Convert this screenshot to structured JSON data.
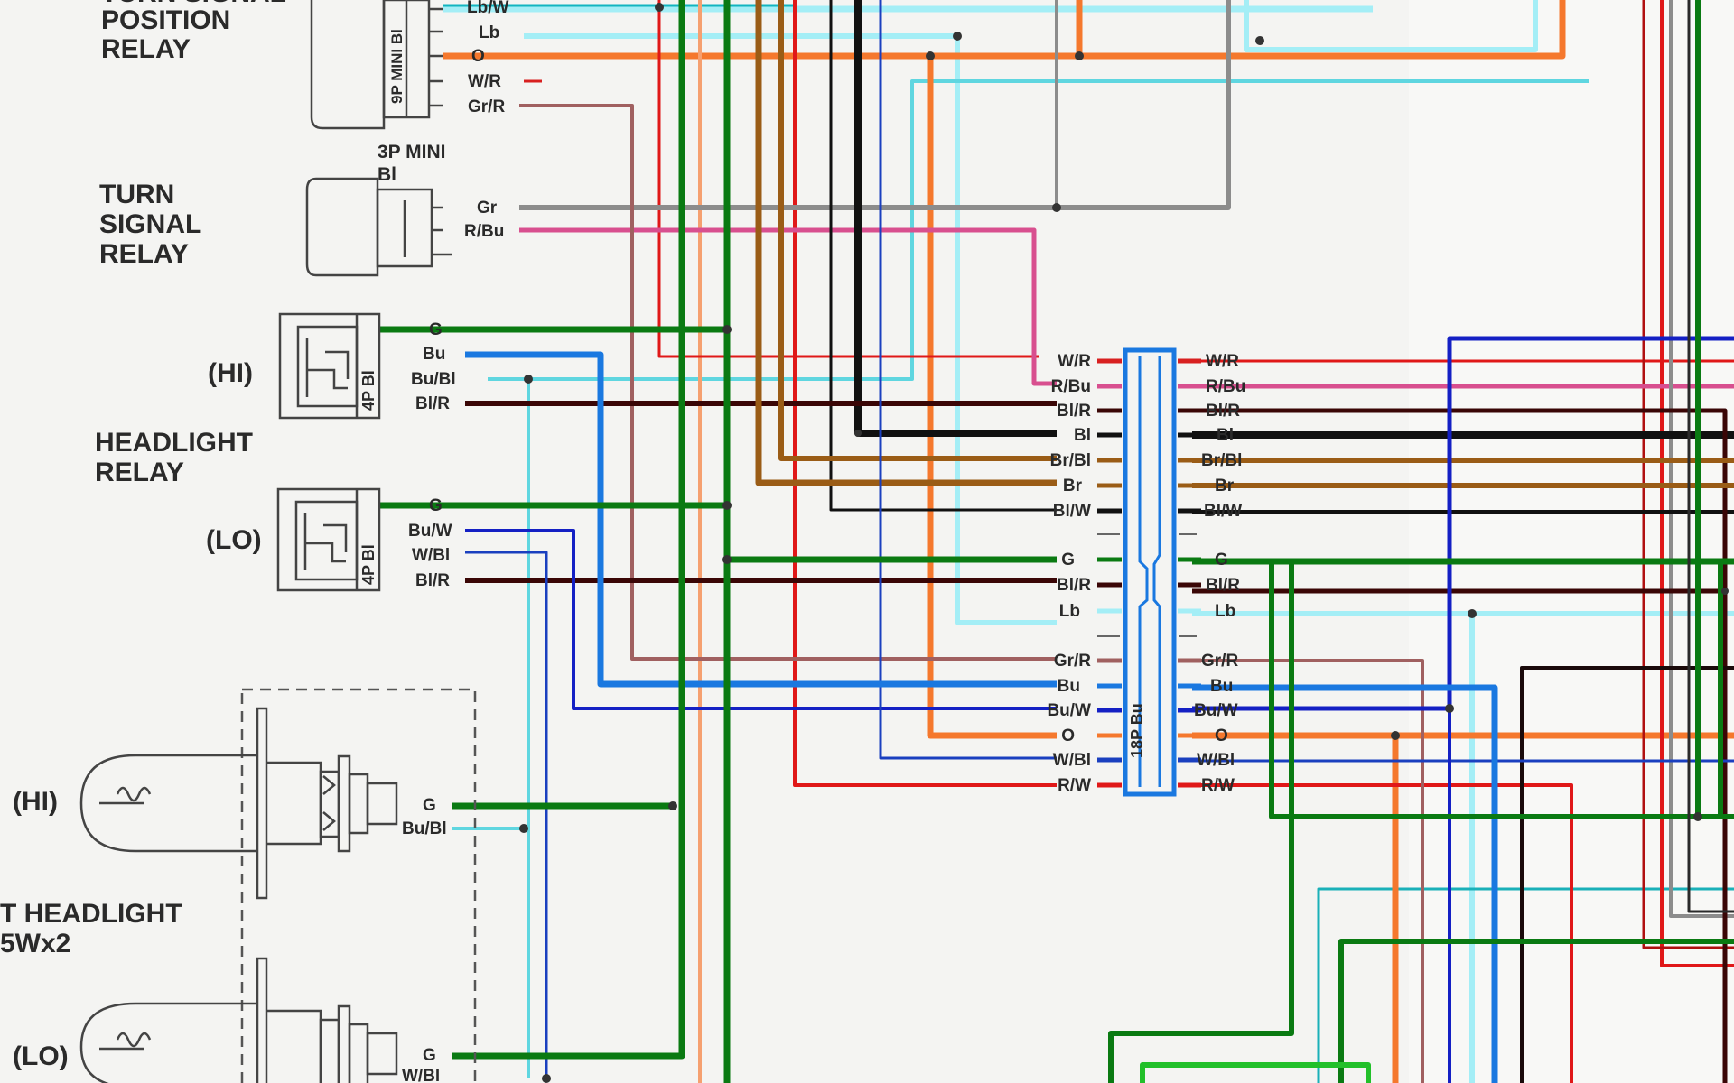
{
  "components": {
    "turn_signal_position_relay": {
      "line1": "TURN SIGNAL",
      "line2": "POSITION",
      "line3": "RELAY",
      "connector": "9P MINI Bl"
    },
    "turn_signal_relay": {
      "line1": "TURN",
      "line2": "SIGNAL",
      "line3": "RELAY",
      "connector_line1": "3P MINI",
      "connector_line2": "Bl"
    },
    "headlight_relay": {
      "line1": "HEADLIGHT",
      "line2": "RELAY",
      "hi": "(HI)",
      "lo": "(LO)",
      "connector": "4P Bl"
    },
    "headlight": {
      "line1": "T HEADLIGHT",
      "line2": "5Wx2",
      "hi": "(HI)",
      "lo": "(LO)"
    },
    "main_connector": "18P Bu"
  },
  "wire_labels": {
    "tsp_relay": [
      "Lb/W",
      "Lb",
      "O",
      "W/R",
      "Gr/R"
    ],
    "ts_relay": [
      "Gr",
      "R/Bu"
    ],
    "relay_hi": [
      "G",
      "Bu",
      "Bu/Bl",
      "Bl/R"
    ],
    "relay_lo": [
      "G",
      "Bu/W",
      "W/Bl",
      "Bl/R"
    ],
    "headlight_hi": [
      "G",
      "Bu/Bl"
    ],
    "headlight_lo": [
      "G",
      "W/Bl"
    ],
    "connector_left": [
      "W/R",
      "R/Bu",
      "Bl/R",
      "Bl",
      "Br/Bl",
      "Br",
      "Bl/W",
      "G",
      "Bl/R",
      "Lb",
      "Gr/R",
      "Bu",
      "Bu/W",
      "O",
      "W/Bl",
      "R/W"
    ],
    "connector_right": [
      "W/R",
      "R/Bu",
      "Bl/R",
      "Bl",
      "Br/Bl",
      "Br",
      "Bl/W",
      "G",
      "Bl/R",
      "Lb",
      "Gr/R",
      "Bu",
      "Bu/W",
      "O",
      "W/Bl",
      "R/W"
    ]
  },
  "colors": {
    "G": "#0a7a12",
    "Bu": "#1a78e0",
    "Lb": "#a4eef6",
    "O": "#f5782d",
    "R": "#e01818",
    "Gr": "#8c8c8c",
    "Bl": "#111111",
    "Br": "#9a5c16",
    "W/R": "#d82020",
    "R/Bu": "#d84f8f",
    "Bu/Bl": "#5fd6e0",
    "Bu/W": "#1420c4",
    "W/Bl": "#1a3fbf",
    "Bl/R": "#3a0606",
    "Gr/R": "#a06060",
    "teal": "#1ab0b8",
    "dashed": "#555555"
  }
}
